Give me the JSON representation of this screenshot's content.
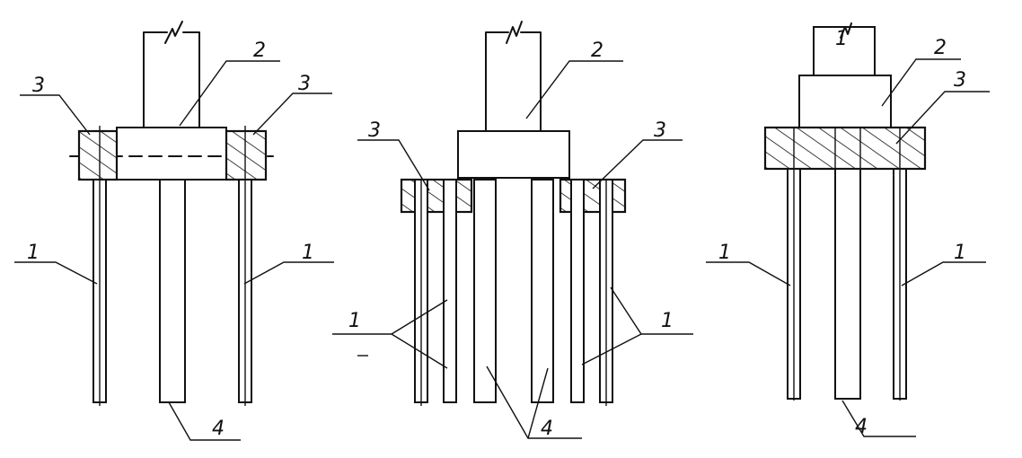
{
  "labels": {
    "pile": "1",
    "foundation": "2",
    "collar": "3",
    "column": "4"
  },
  "colors": {
    "ink": "#111111",
    "background": "#ffffff"
  }
}
